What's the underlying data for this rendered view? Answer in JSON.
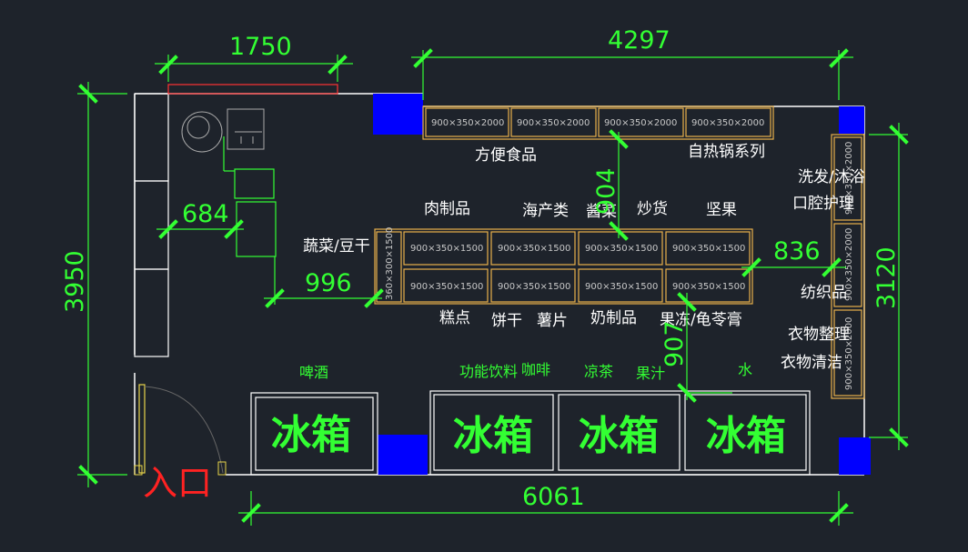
{
  "dimensions": {
    "top_left": "1750",
    "top_right": "4297",
    "left": "3950",
    "right": "3120",
    "bottom": "6061",
    "d684": "684",
    "d996": "996",
    "d904": "904",
    "d836": "836",
    "d907": "907"
  },
  "shelves": {
    "top_size": "900×350×2000",
    "mid_size": "900×350×1500",
    "end_size": "360×300×1500",
    "right_size_1": "900×350×2000",
    "right_size_2": "900×350×2000",
    "right_size_3": "900×350×2000"
  },
  "labels": {
    "instant_food": "方便食品",
    "self_heating": "自热锅系列",
    "meat": "肉制品",
    "seafood": "海产类",
    "pickles": "酱菜",
    "roasted": "炒货",
    "nuts": "坚果",
    "veg_tofu": "蔬菜/豆干",
    "pastry": "糕点",
    "biscuit": "饼干",
    "chips": "薯片",
    "dairy": "奶制品",
    "jelly": "果冻/龟苓膏",
    "shampoo_1": "洗发/沐浴",
    "shampoo_2": "口腔护理",
    "textile": "纺织品",
    "clean_1": "衣物整理",
    "clean_2": "衣物清洁"
  },
  "beverages": {
    "beer": "啤酒",
    "energy": "功能饮料",
    "coffee": "咖啡",
    "tea": "凉茶",
    "juice": "果汁",
    "water": "水"
  },
  "fridge_label": "冰箱",
  "entrance": "入口",
  "colors": {
    "background": "#1e232b",
    "dimension": "#33ff33",
    "column": "#0000ff",
    "shelf": "#e8b04a",
    "wall": "#ffffff",
    "entrance": "#ff2222"
  }
}
